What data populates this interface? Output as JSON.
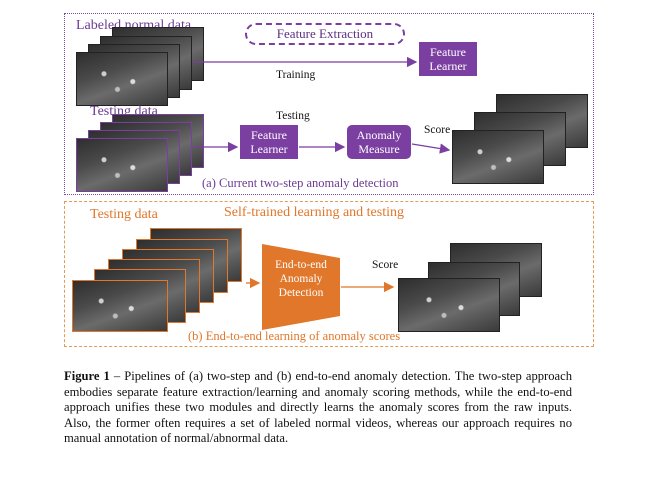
{
  "panel_a": {
    "labeled_data": "Labeled normal data",
    "feature_extraction": "Feature Extraction",
    "feature_learner_top": "Feature Learner",
    "training": "Training",
    "testing_data": "Testing data",
    "testing": "Testing",
    "feature_learner": "Feature Learner",
    "anomaly_measure": "Anomaly Measure",
    "score": "Score",
    "caption": "(a) Current two-step anomaly detection"
  },
  "panel_b": {
    "testing_data": "Testing data",
    "self_trained": "Self-trained learning and testing",
    "end_to_end": "End-to-end Anomaly Detection",
    "score": "Score",
    "caption": "(b) End-to-end learning of anomaly scores"
  },
  "figure_caption": {
    "label": "Figure 1",
    "text": " – Pipelines of (a) two-step and (b) end-to-end anomaly detection. The two-step approach embodies separate feature extraction/learning and anomaly scoring methods, while the end-to-end approach unifies these two modules and directly learns the anomaly scores from the raw inputs. Also, the former often requires a set of labeled normal videos, whereas our approach requires no manual annotation of normal/abnormal data."
  },
  "colors": {
    "purple": "#7a3fa1",
    "orange": "#e0772a"
  }
}
